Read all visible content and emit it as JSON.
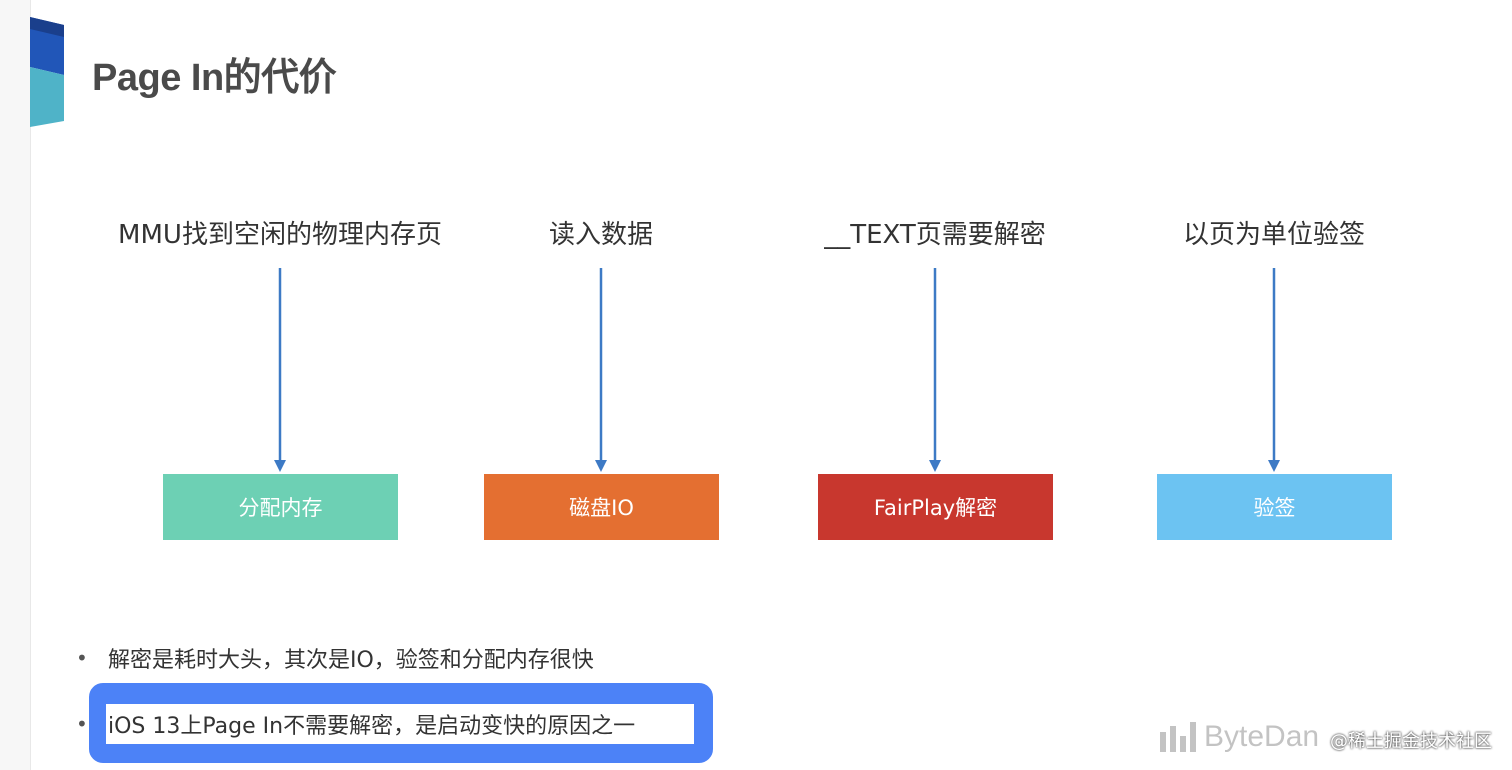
{
  "slide": {
    "title": "Page In的代价"
  },
  "flow": {
    "steps": [
      {
        "label": "MMU找到空闲的物理内存页",
        "box": "分配内存",
        "color": "#6dd0b4"
      },
      {
        "label": "读入数据",
        "box": "磁盘IO",
        "color": "#e46f31"
      },
      {
        "label": "__TEXT页需要解密",
        "box": "FairPlay解密",
        "color": "#c8372e"
      },
      {
        "label": "以页为单位验签",
        "box": "验签",
        "color": "#6cc3f2"
      }
    ],
    "arrow_color": "#3d7ac5"
  },
  "bullets": {
    "symbol": "•",
    "items": [
      "解密是耗时大头，其次是IO，验签和分配内存很快",
      "iOS 13上Page In不需要解密，是启动变快的原因之一"
    ]
  },
  "highlight_color": "#4c82f7",
  "watermark": {
    "brand": "ByteDan",
    "site": "@稀土掘金技术社区"
  }
}
